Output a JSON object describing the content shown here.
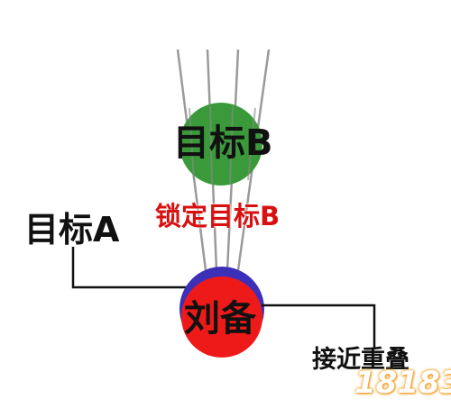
{
  "labels": {
    "target_b": "目标B",
    "lock_target": "锁定目标B",
    "target_a": "目标A",
    "liu_bei": "刘备",
    "approach_overlap": "接近重叠"
  },
  "watermark": {
    "text": "18183"
  },
  "colors": {
    "target_b": "#3a9a3a",
    "liu_bei_red": "#ee1a1a",
    "liu_bei_blue": "#3c2fb8",
    "lock_text": "#d81010",
    "lines": "#9a9a9a",
    "watermark": "#f4a52a"
  }
}
